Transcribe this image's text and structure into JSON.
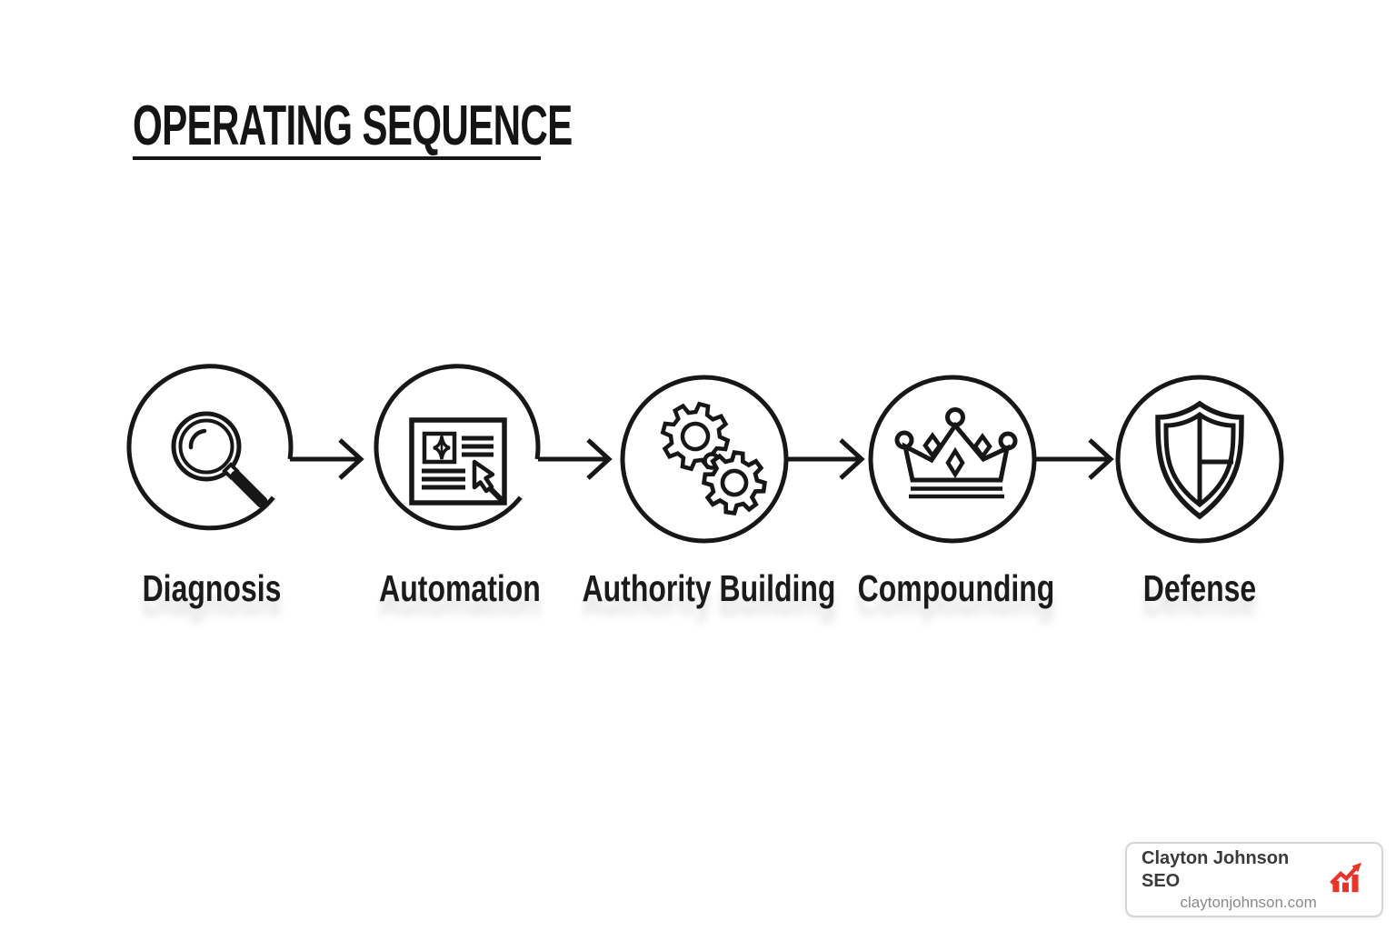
{
  "title": {
    "text": "OPERATING SEQUENCE"
  },
  "stages": [
    {
      "label": "Diagnosis",
      "icon": "magnifier-icon"
    },
    {
      "label": "Automation",
      "icon": "document-cursor-icon"
    },
    {
      "label": "Authority Building",
      "icon": "gears-icon"
    },
    {
      "label": "Compounding",
      "icon": "crown-icon"
    },
    {
      "label": "Defense",
      "icon": "shield-icon"
    }
  ],
  "connectors": {
    "count": 4,
    "style": "right-arrow"
  },
  "badge": {
    "name": "Clayton Johnson SEO",
    "website": "claytonjohnson.com",
    "icon": "growth-chart-icon",
    "accent_color": "#e8352c"
  },
  "colors": {
    "stroke": "#171717",
    "background": "#ffffff",
    "badge_border": "#d5d5d5"
  }
}
